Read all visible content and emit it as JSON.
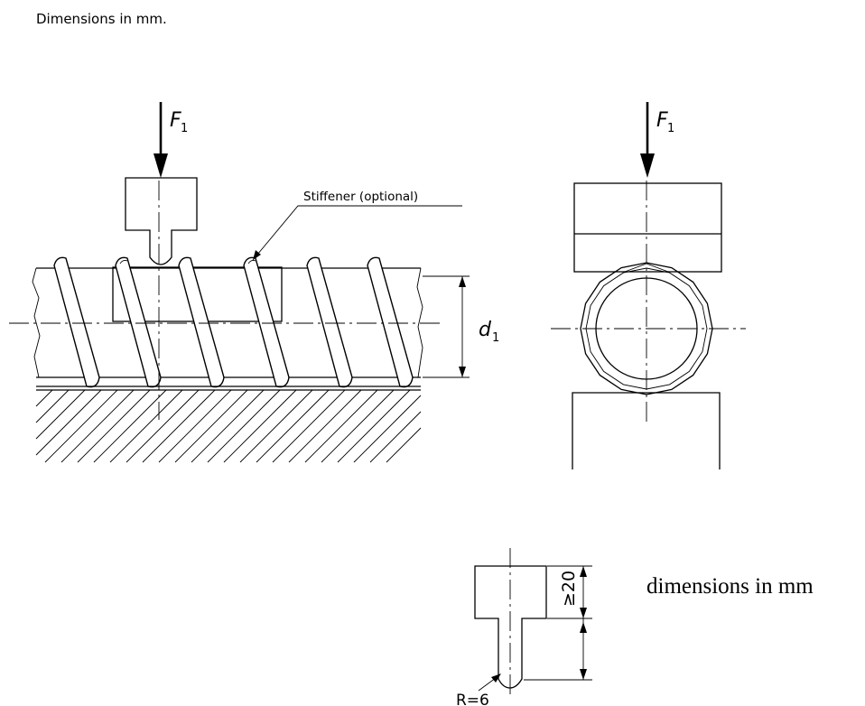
{
  "header": {
    "note": "Dimensions in mm."
  },
  "left_view": {
    "force_label": "F",
    "force_subscript": "1",
    "stiffener_label": "Stiffener (optional)",
    "diameter_label": "d",
    "diameter_subscript": "1"
  },
  "right_view": {
    "force_label": "F",
    "force_subscript": "1"
  },
  "detail": {
    "height_dim": "≥20",
    "radius_label": "R=6",
    "note": "dimensions in mm"
  }
}
